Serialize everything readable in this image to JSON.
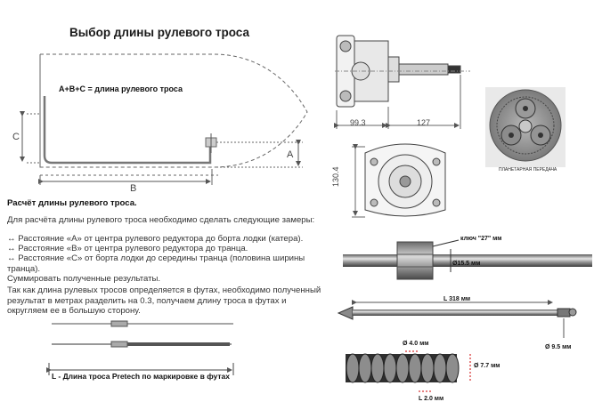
{
  "page_title": "Выбор длины рулевого троса",
  "boat": {
    "formula": "A+B+C = длина рулевого троса",
    "label_a": "A",
    "label_b": "B",
    "label_c": "C"
  },
  "calc": {
    "heading": "Расчёт длины рулевого троса.",
    "intro": "Для расчёта длины рулевого троса необходимо сделать следующие замеры:",
    "bullets": [
      "↔ Расстояние «А» от центра рулевого редуктора до борта лодки (катера).",
      "↔ Расстояние «В» от центра рулевого редуктора до транца.",
      "↔ Расстояние «С» от борта лодки до середины транца (половина ширины транца)."
    ],
    "sum_text": "Суммировать полученные результаты.",
    "note": "Так как длина рулевых тросов определяется в футах, необходимо полученный результат в метрах разделить на 0.3, получаем длину троса в футах и округляем ее в большую сторону."
  },
  "cable_legend": "L - Длина троса Pretech по маркировке в футах",
  "helm": {
    "dim_left": "99.3",
    "dim_right": "127",
    "dim_height": "130.4",
    "planetary_caption": "ПЛАНЕТАРНАЯ ПЕРЕДАЧА"
  },
  "cable_specs": {
    "key": "ключ \"27\" мм",
    "diam1": "15.5 мм",
    "length": "318 мм",
    "diam2": "9.5 мм",
    "wire": "4.0 мм",
    "outer": "7.7 мм",
    "pitch": "2.0 мм"
  }
}
